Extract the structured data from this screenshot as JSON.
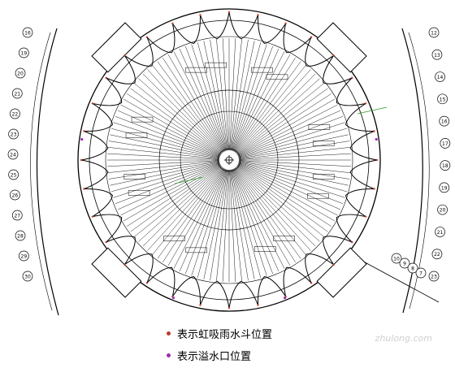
{
  "diagram": {
    "radial_line_count": 120,
    "petal_count": 32,
    "colors": {
      "line": "#000000",
      "siphon_drain": "#c0392b",
      "overflow_outlet": "#9b2fae",
      "leader": "#2a9a2a"
    },
    "axis_labels_left": [
      "16",
      "19",
      "20",
      "21",
      "22",
      "23",
      "24",
      "25",
      "26",
      "27",
      "28",
      "29",
      "30"
    ],
    "axis_labels_right": [
      "12",
      "13",
      "14",
      "15",
      "16",
      "17",
      "18",
      "19",
      "20",
      "21",
      "22",
      "23"
    ],
    "bottom_right_labels": [
      "10",
      "9",
      "8",
      "7"
    ]
  },
  "legend": [
    {
      "label": "表示虹吸雨水斗位置",
      "color": "#c0392b",
      "icon": "siphon-drain-dot"
    },
    {
      "label": "表示溢水口位置",
      "color": "#9b2fae",
      "icon": "overflow-outlet-dot"
    }
  ],
  "watermark": "zhulong.com"
}
